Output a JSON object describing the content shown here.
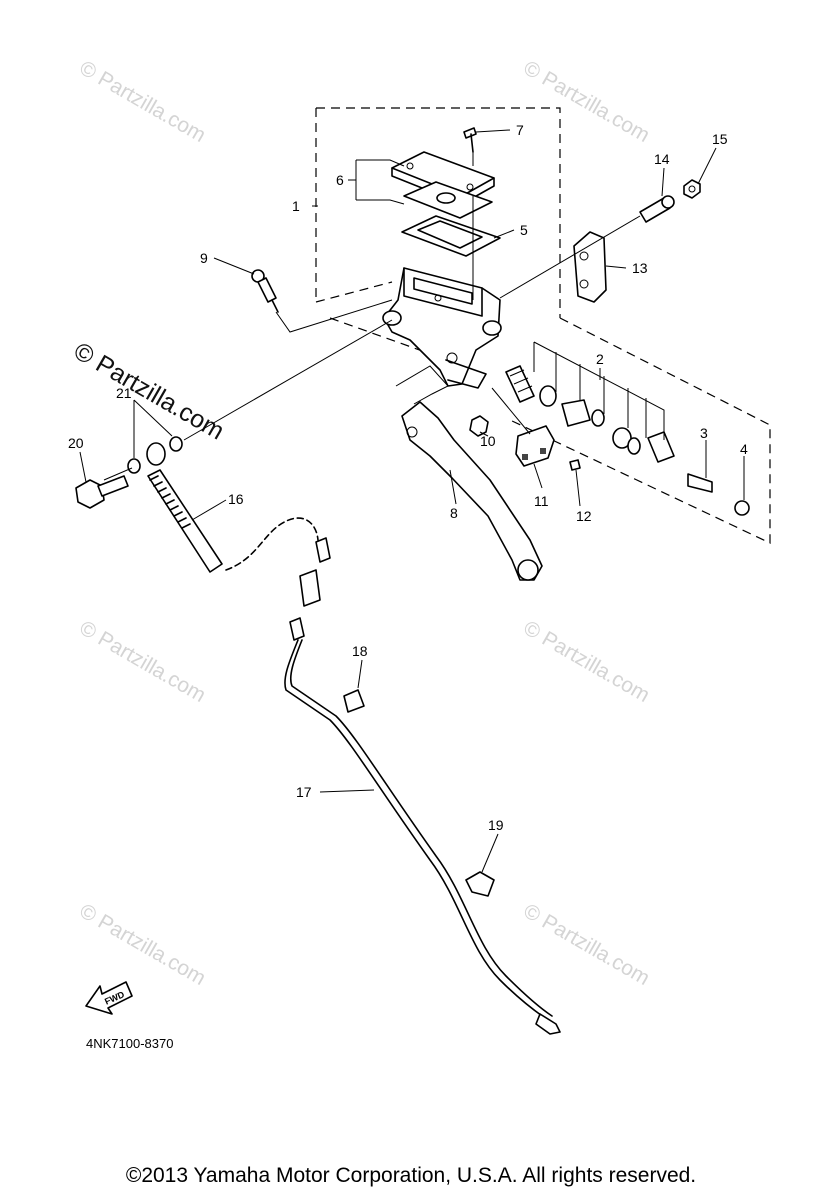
{
  "watermarks": {
    "small": "© Partzilla.com",
    "large": "© Partzilla.com"
  },
  "callouts": {
    "c1": "1",
    "c2": "2",
    "c3": "3",
    "c4": "4",
    "c5": "5",
    "c6": "6",
    "c7": "7",
    "c8": "8",
    "c9": "9",
    "c10": "10",
    "c11": "11",
    "c12": "12",
    "c13": "13",
    "c14": "14",
    "c15": "15",
    "c16": "16",
    "c17": "17",
    "c18": "18",
    "c19": "19",
    "c20": "20",
    "c21": "21"
  },
  "fwd_label": "FWD",
  "diagram_code": "4NK7100-8370",
  "copyright": "©2013 Yamaha Motor Corporation, U.S.A. All rights reserved.",
  "colors": {
    "line": "#000000",
    "watermark": "#d4d4d4",
    "background": "#ffffff"
  }
}
